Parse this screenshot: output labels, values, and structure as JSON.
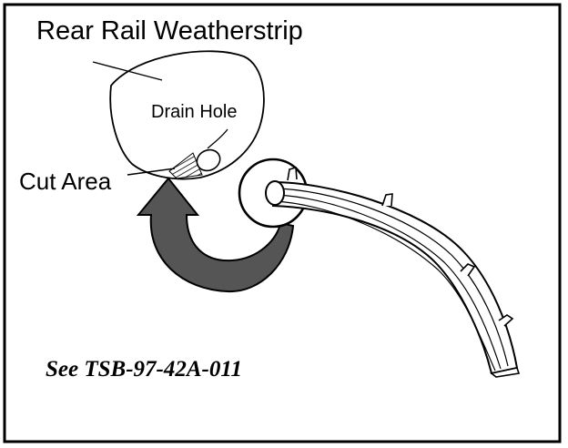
{
  "labels": {
    "weatherstrip": "Rear Rail Weatherstrip",
    "drain_hole": "Drain Hole",
    "cut_area": "Cut Area",
    "reference": "See TSB-97-42A-011"
  },
  "colors": {
    "ink": "#000000",
    "arrow_fill": "#555555",
    "background": "#ffffff"
  }
}
